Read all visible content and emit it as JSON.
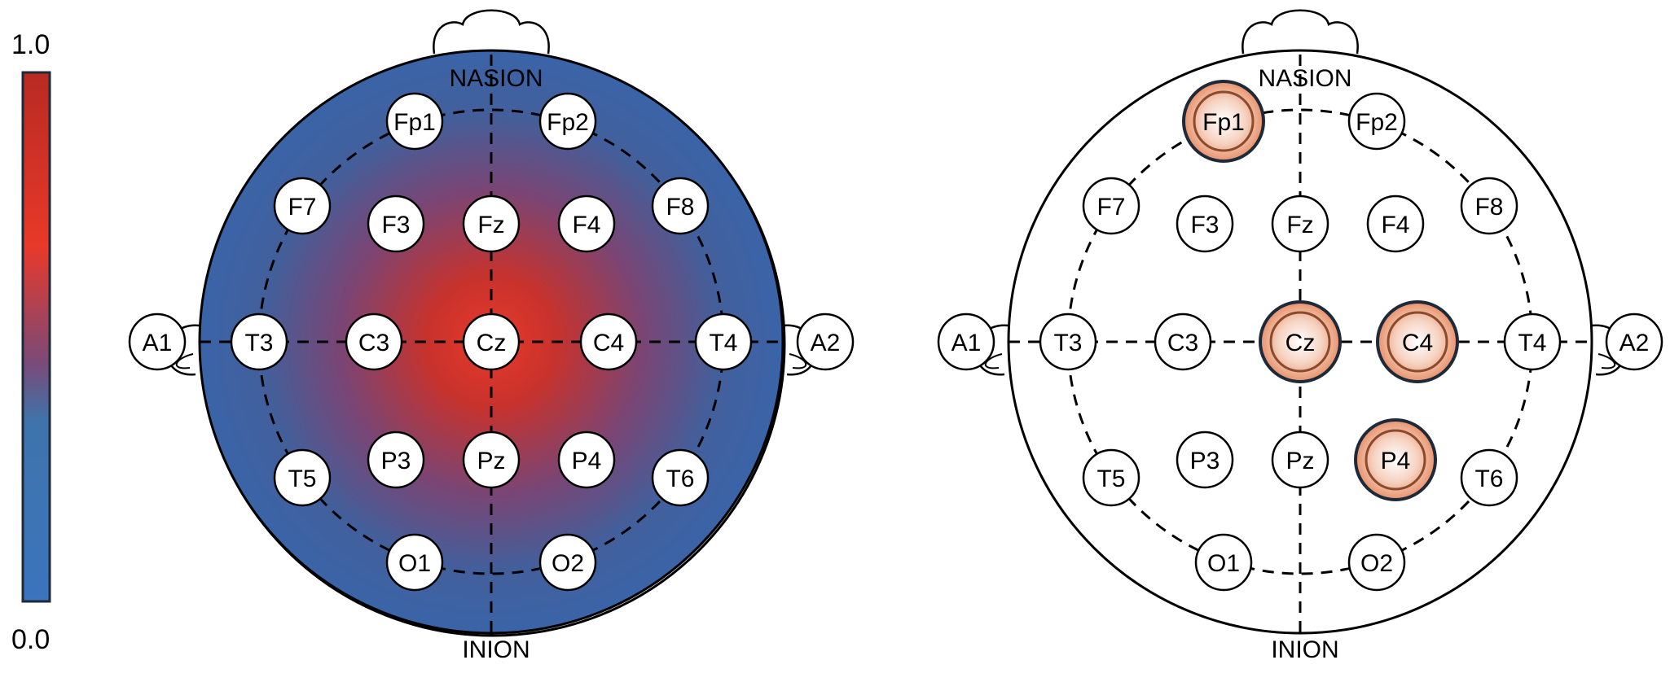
{
  "colorbar": {
    "max_label": "1.0",
    "min_label": "0.0",
    "colors": [
      "#c0281f",
      "#e53a2a",
      "#4a6aa2",
      "#3a70b8"
    ]
  },
  "heads": [
    {
      "name": "activation-map",
      "nasion": "NASION",
      "inion": "INION",
      "fill": "heatmap",
      "peak_electrode": "Cz"
    },
    {
      "name": "selected-electrodes",
      "nasion": "NASION",
      "inion": "INION",
      "fill": "none",
      "highlighted": [
        "Fp1",
        "Cz",
        "C4",
        "P4"
      ],
      "highlight_color": "#e8916a"
    }
  ],
  "electrodes": [
    "Fp1",
    "Fp2",
    "F7",
    "F3",
    "Fz",
    "F4",
    "F8",
    "A1",
    "T3",
    "C3",
    "Cz",
    "C4",
    "T4",
    "A2",
    "T5",
    "P3",
    "Pz",
    "P4",
    "T6",
    "O1",
    "O2"
  ]
}
